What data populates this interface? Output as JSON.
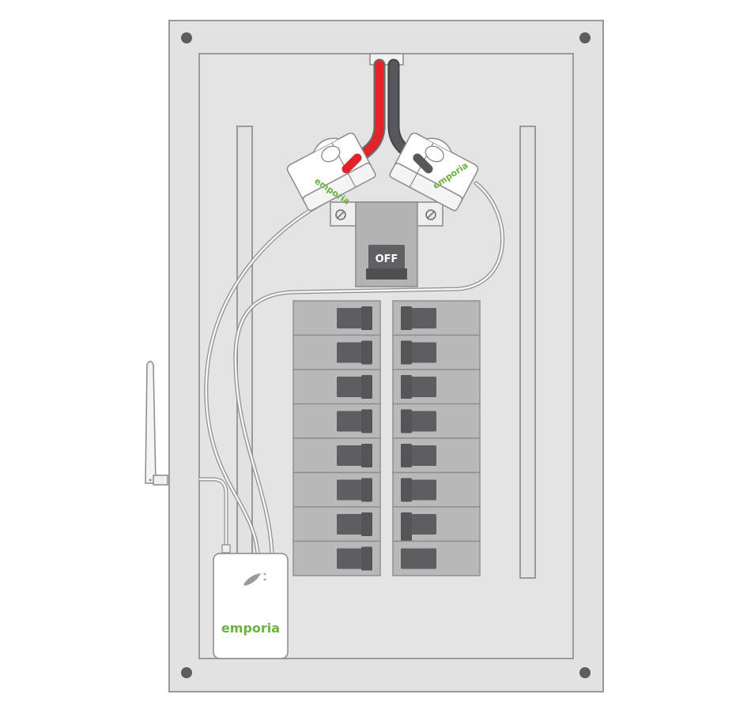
{
  "diagram": {
    "subject": "Emporia energy monitor installed in an electrical panel",
    "main_breaker": {
      "label": "OFF",
      "state": "off"
    },
    "ct_clamps": [
      {
        "brand": "emporia",
        "wire_color": "#e2232a",
        "wire": "red"
      },
      {
        "brand": "emporia",
        "wire_color": "#58585a",
        "wire": "black"
      }
    ],
    "monitor": {
      "brand": "emporia",
      "led_count": 2
    },
    "breakers": {
      "rows": 8,
      "columns": 2,
      "left": [
        "single",
        "single",
        "single",
        "single",
        "single",
        "single",
        "single",
        "single"
      ],
      "right": [
        "single",
        "single",
        "single",
        "single",
        "single",
        "single",
        "double-top",
        "double-bottom"
      ]
    },
    "colors": {
      "panel": "#e2e2e2",
      "panel_border": "#9a9a9a",
      "bolt": "#5d5d5f",
      "breaker_bg": "#b9b9b9",
      "breaker_handle": "#5e5e60",
      "brand_green": "#6ab33f",
      "red_wire": "#e2232a",
      "black_wire": "#58585a"
    }
  }
}
